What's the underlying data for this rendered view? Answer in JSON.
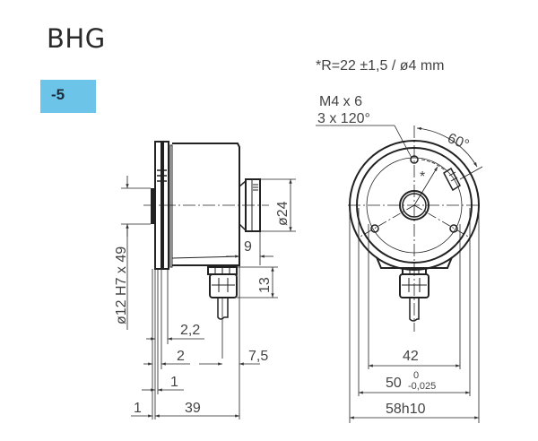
{
  "header": {
    "title": "BHG",
    "variant_badge": "-5",
    "badge_color": "#6cc4e8"
  },
  "notes": {
    "radius_note": "*R=22 ±1,5 / ø4 mm",
    "thread_line1": "M4 x 6",
    "thread_line2": "3 x 120°",
    "angle": "60°",
    "asterisk": "*"
  },
  "side_view": {
    "dims": {
      "bore": "ø12 H7 x 49",
      "shaft_dia": "ø24",
      "nine": "9",
      "thirteen": "13",
      "two_two": "2,2",
      "two": "2",
      "seven_five": "7,5",
      "one_a": "1",
      "one_b": "1",
      "thirtynine": "39"
    }
  },
  "front_view": {
    "dims": {
      "fortytwo": "42",
      "fifty": "50",
      "fifty_upper_tol": "0",
      "fifty_lower_tol": "-0,025",
      "fiftyeight": "58h10"
    }
  }
}
